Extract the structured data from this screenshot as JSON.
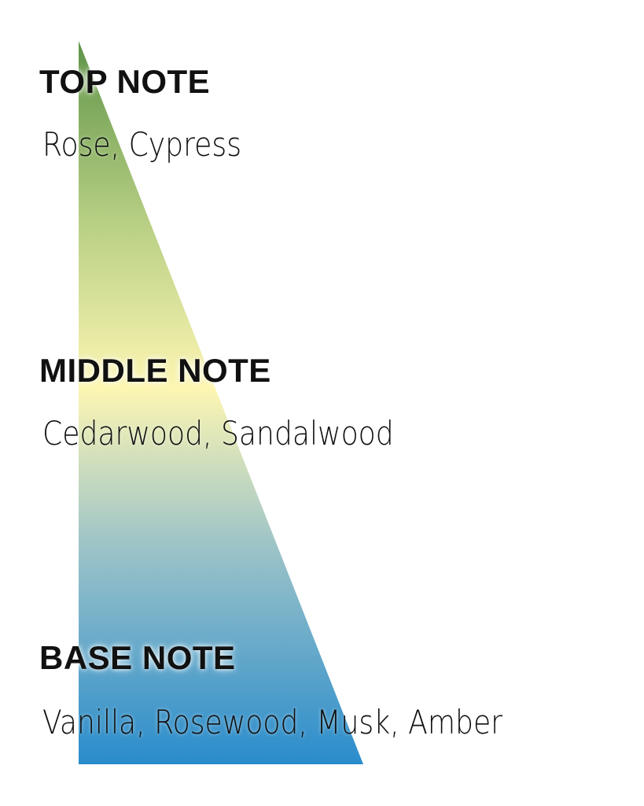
{
  "tiers": {
    "top": {
      "label": "TOP NOTE",
      "notes": "Rose, Cypress"
    },
    "middle": {
      "label": "MIDDLE NOTE",
      "notes": "Cedarwood, Sandalwood"
    },
    "base": {
      "label": "BASE NOTE",
      "notes": "Vanilla, Rosewood, Musk, Amber"
    }
  },
  "colors": {
    "top_green": "#5f9447",
    "light_green": "#b7cf84",
    "middle_yellow": "#fdf6b2",
    "teal": "#9cc3c8",
    "base_blue": "#2a8ccc",
    "text": "#111111"
  }
}
